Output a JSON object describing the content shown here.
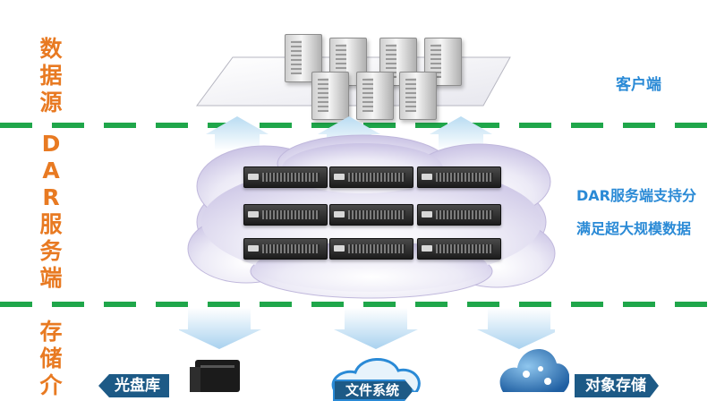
{
  "layers": {
    "source": {
      "chars": [
        "数",
        "据",
        "源"
      ],
      "label": "客户端"
    },
    "server": {
      "chars": [
        "D",
        "A",
        "R",
        "服",
        "务",
        "端"
      ],
      "line1": "DAR服务端支持分",
      "line2": "满足超大规模数据"
    },
    "storage": {
      "chars": [
        "存",
        "储",
        "介"
      ],
      "items": [
        "光盘库",
        "文件系统",
        "对象存储"
      ]
    }
  },
  "colors": {
    "accent_orange": "#e87a22",
    "dash_green": "#1fa64a",
    "label_blue": "#2a8ad6",
    "tag_navy": "#1d5a86"
  },
  "icons": [
    "tower-server-icon",
    "rack-server-icon",
    "cloud-icon",
    "arrow-down-icon",
    "optical-library-icon"
  ]
}
